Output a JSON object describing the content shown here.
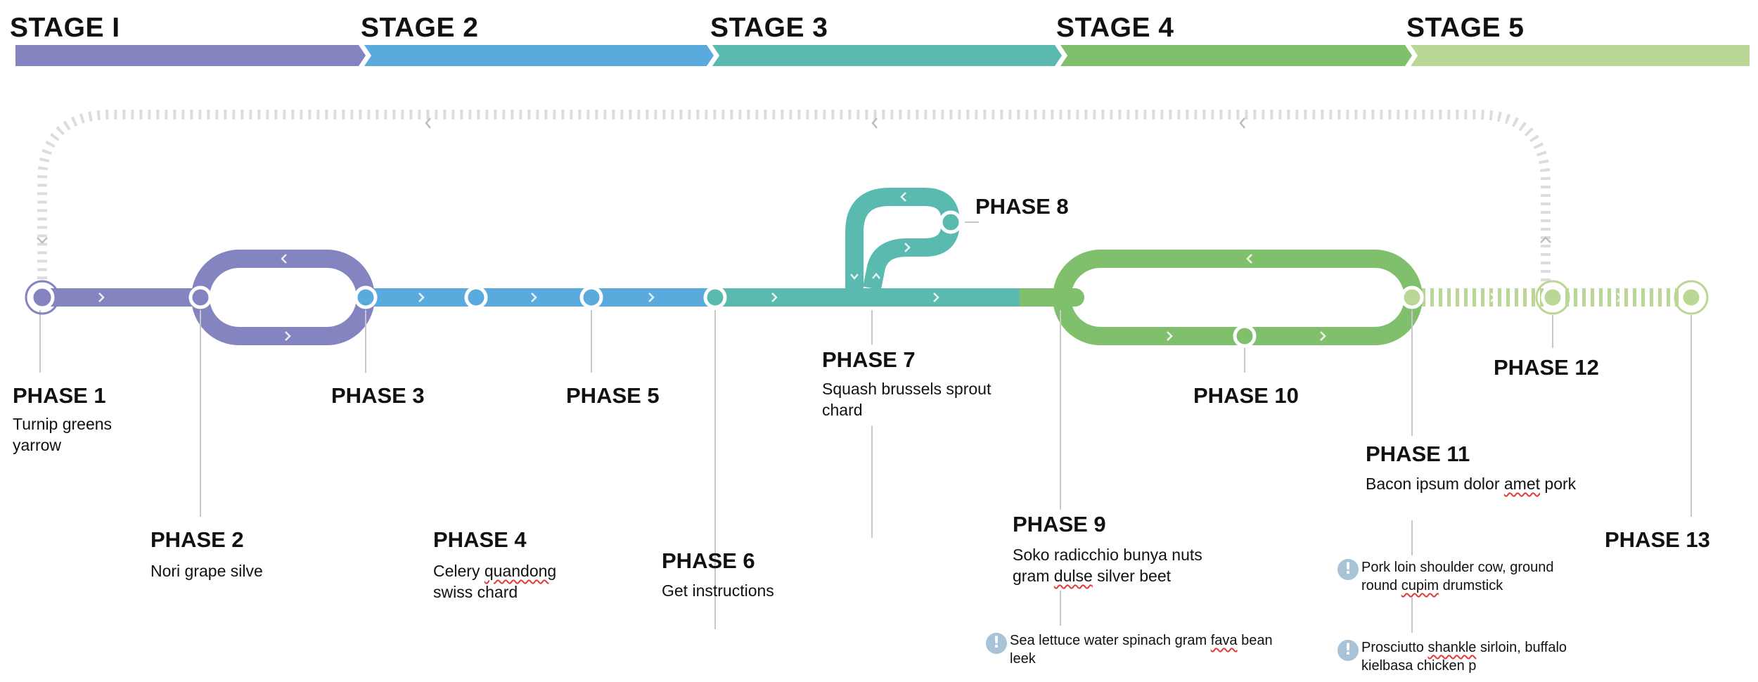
{
  "colors": {
    "stage1": "#8484c0",
    "stage2": "#5aaade",
    "stage3": "#5bbab0",
    "stage4": "#80bf6c",
    "stage5": "#bbd796",
    "return_track": "#dcdcdc",
    "connector": "#c8c8c8",
    "note_icon": "#a9c3d6"
  },
  "stages": [
    {
      "label": "STAGE I"
    },
    {
      "label": "STAGE 2"
    },
    {
      "label": "STAGE 3"
    },
    {
      "label": "STAGE 4"
    },
    {
      "label": "STAGE 5"
    }
  ],
  "phases": [
    {
      "title": "PHASE 1",
      "desc": "Turnip greens yarrow"
    },
    {
      "title": "PHASE 2",
      "desc": "Nori grape silve"
    },
    {
      "title": "PHASE 3",
      "desc": ""
    },
    {
      "title": "PHASE 4",
      "desc_pre": "Celery ",
      "desc_sq": "quandong",
      "desc_post": " swiss chard"
    },
    {
      "title": "PHASE 5",
      "desc": ""
    },
    {
      "title": "PHASE 6",
      "desc": "Get instructions"
    },
    {
      "title": "PHASE 7",
      "desc": "Squash brussels sprout chard"
    },
    {
      "title": "PHASE 8",
      "desc": ""
    },
    {
      "title": "PHASE 9",
      "desc_pre": "Soko radicchio bunya nuts gram ",
      "desc_sq": "dulse",
      "desc_post": " silver beet"
    },
    {
      "title": "PHASE 10",
      "desc": ""
    },
    {
      "title": "PHASE 11",
      "desc_pre": "Bacon ipsum dolor ",
      "desc_sq": "amet",
      "desc_post": " pork"
    },
    {
      "title": "PHASE 12",
      "desc": ""
    },
    {
      "title": "PHASE 13",
      "desc": ""
    }
  ],
  "notes": [
    {
      "icon": "exclamation-icon",
      "pre": "Pork loin shoulder cow, ground round ",
      "sq": "cupim",
      "post": " drumstick"
    },
    {
      "icon": "exclamation-icon",
      "pre": "Prosciutto ",
      "sq": "shankle",
      "post": " sirloin, buffalo kielbasa chicken p"
    },
    {
      "icon": "exclamation-icon",
      "pre": "Sea lettuce water spinach gram ",
      "sq": "fava",
      "post": " bean leek"
    }
  ]
}
